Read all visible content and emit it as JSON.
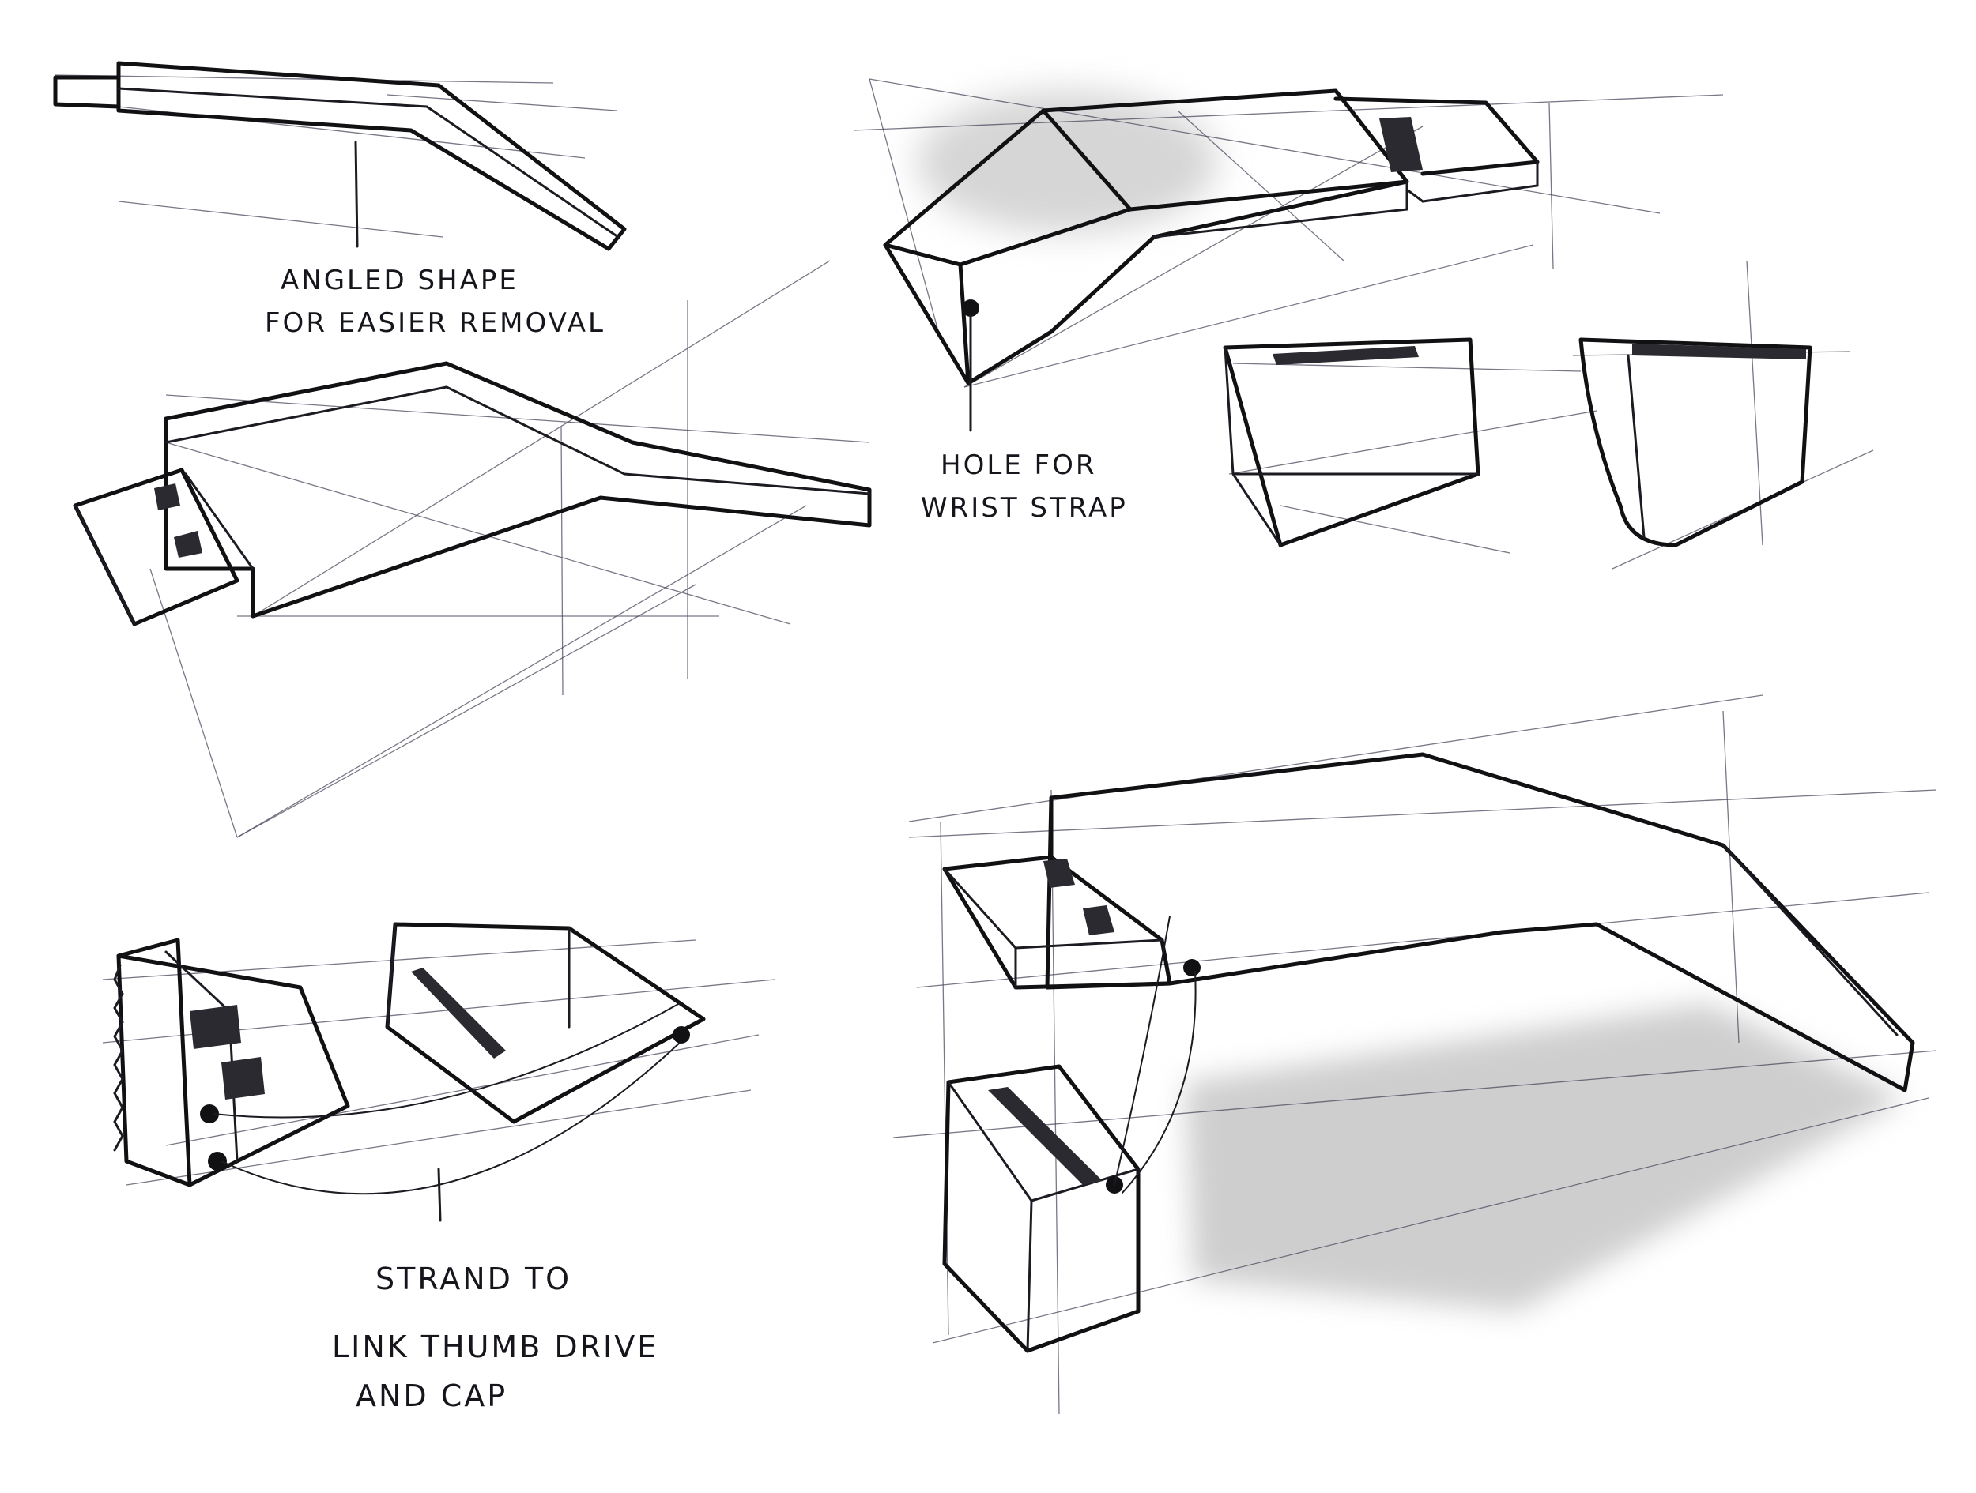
{
  "annotations": {
    "angled_line1": "ANGLED SHAPE",
    "angled_line2": "FOR EASIER REMOVAL",
    "hole_line1": "HOLE FOR",
    "hole_line2": "WRIST STRAP",
    "strand_line1": "STRAND TO",
    "strand_line2": "LINK THUMB DRIVE",
    "strand_line3": "AND CAP"
  },
  "colors": {
    "ink": "#111114",
    "construction": "#4a4a5e",
    "shadow": "#c9c9c9",
    "paper": "#ffffff"
  }
}
